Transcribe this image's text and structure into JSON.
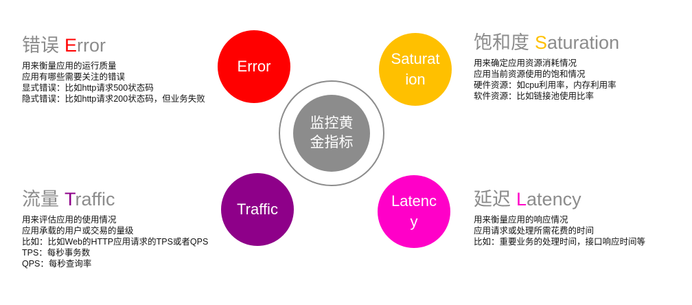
{
  "center": {
    "label": "监控黄金指标",
    "color": "#8c8c8c"
  },
  "metrics": {
    "error": {
      "title_cn": "错误",
      "title_initial": "E",
      "title_rest": "rror",
      "circle_label": "Error",
      "color": "#ff0000",
      "lines": [
        "用来衡量应用的运行质量",
        "应用有哪些需要关注的错误",
        "显式错误：比如http请求500状态码",
        "隐式错误：比如http请求200状态码，但业务失败"
      ]
    },
    "saturation": {
      "title_cn": "饱和度",
      "title_initial": "S",
      "title_rest": "aturation",
      "circle_label": "Saturation",
      "color": "#ffc000",
      "lines": [
        "用来确定应用资源消耗情况",
        "应用当前资源使用的饱和情况",
        "硬件资源：如cpu利用率，内存利用率",
        "软件资源：比如链接池使用比率"
      ]
    },
    "traffic": {
      "title_cn": "流量",
      "title_initial": "T",
      "title_rest": "raffic",
      "circle_label": "Traffic",
      "color": "#8e0089",
      "lines": [
        "用来评估应用的使用情况",
        "应用承载的用户或交易的量级",
        "比如：比如Web的HTTP应用请求的TPS或者QPS",
        "TPS：每秒事务数",
        "QPS：每秒查询率"
      ]
    },
    "latency": {
      "title_cn": "延迟",
      "title_initial": "L",
      "title_rest": "atency",
      "circle_label": "Latency",
      "color": "#ff00c8",
      "lines": [
        "用来衡量应用的响应情况",
        "应用请求或处理所需花费的时间",
        "比如：重要业务的处理时间，接口响应时间等"
      ]
    }
  }
}
